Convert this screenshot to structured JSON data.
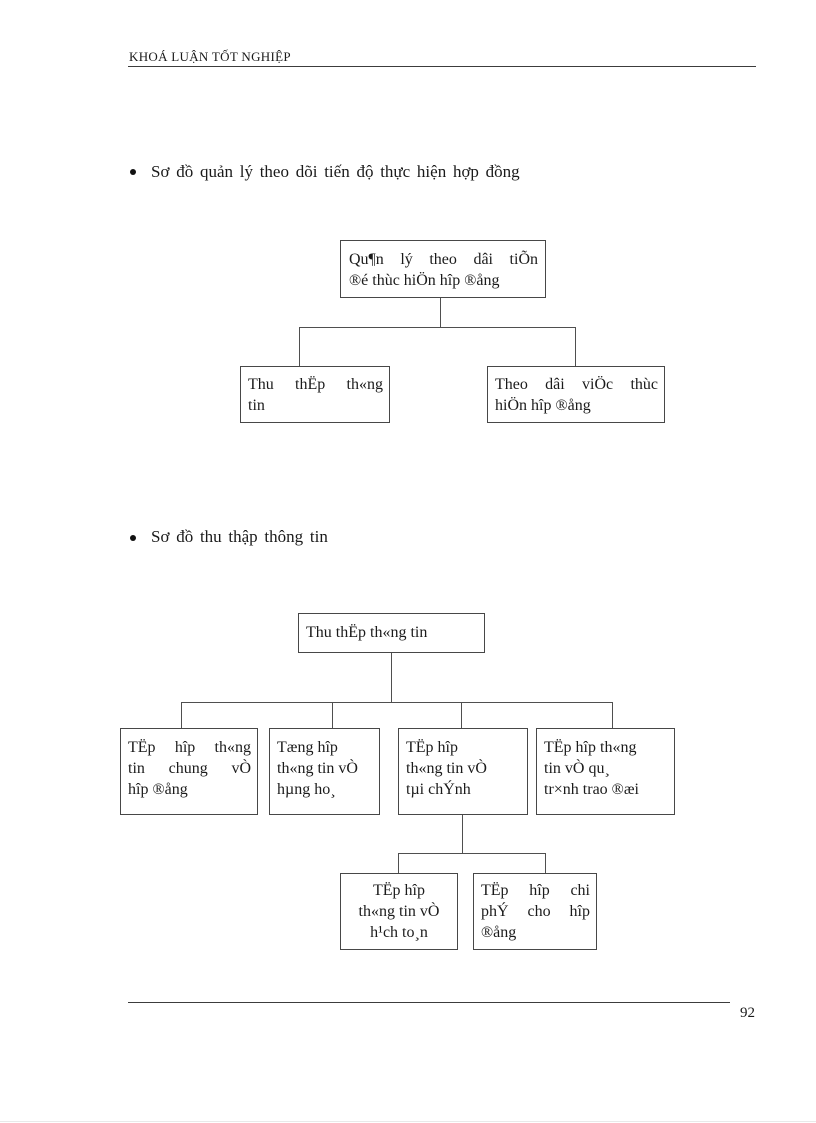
{
  "header": {
    "title": "KHOÁ LUẬN TỐT NGHIỆP"
  },
  "bullets": [
    {
      "text": "Sơ đồ quản lý theo dõi tiến độ thực hiện hợp đồng"
    },
    {
      "text": "Sơ đồ thu thập thông tin"
    }
  ],
  "diagram1": {
    "root": [
      "Qu¶n lý theo dâi tiÕn",
      "®é thùc hiÖn hîp ®ång"
    ],
    "child_left": [
      "Thu thËp th«ng",
      "tin"
    ],
    "child_right": [
      "Theo dâi viÖc thùc",
      "hiÖn hîp ®ång"
    ]
  },
  "diagram2": {
    "root": [
      "Thu thËp th«ng tin"
    ],
    "row": [
      {
        "lines": [
          "TËp hîp th«ng",
          "tin chung vÒ",
          "hîp ®ång"
        ]
      },
      {
        "lines": [
          "Tæng hîp",
          "th«ng tin vÒ",
          "hµng ho¸"
        ]
      },
      {
        "lines": [
          "TËp hîp",
          "th«ng tin vÒ",
          "tµi chÝnh"
        ]
      },
      {
        "lines": [
          "TËp hîp th«ng",
          "tin vÒ qu¸",
          "tr×nh trao ®æi"
        ]
      }
    ],
    "sub": [
      {
        "lines": [
          "TËp hîp",
          "th«ng tin vÒ",
          "h¹ch to¸n"
        ]
      },
      {
        "lines": [
          "TËp hîp chi",
          "phÝ cho hîp",
          "®ång"
        ]
      }
    ]
  },
  "footer": {
    "page_number": "92"
  }
}
